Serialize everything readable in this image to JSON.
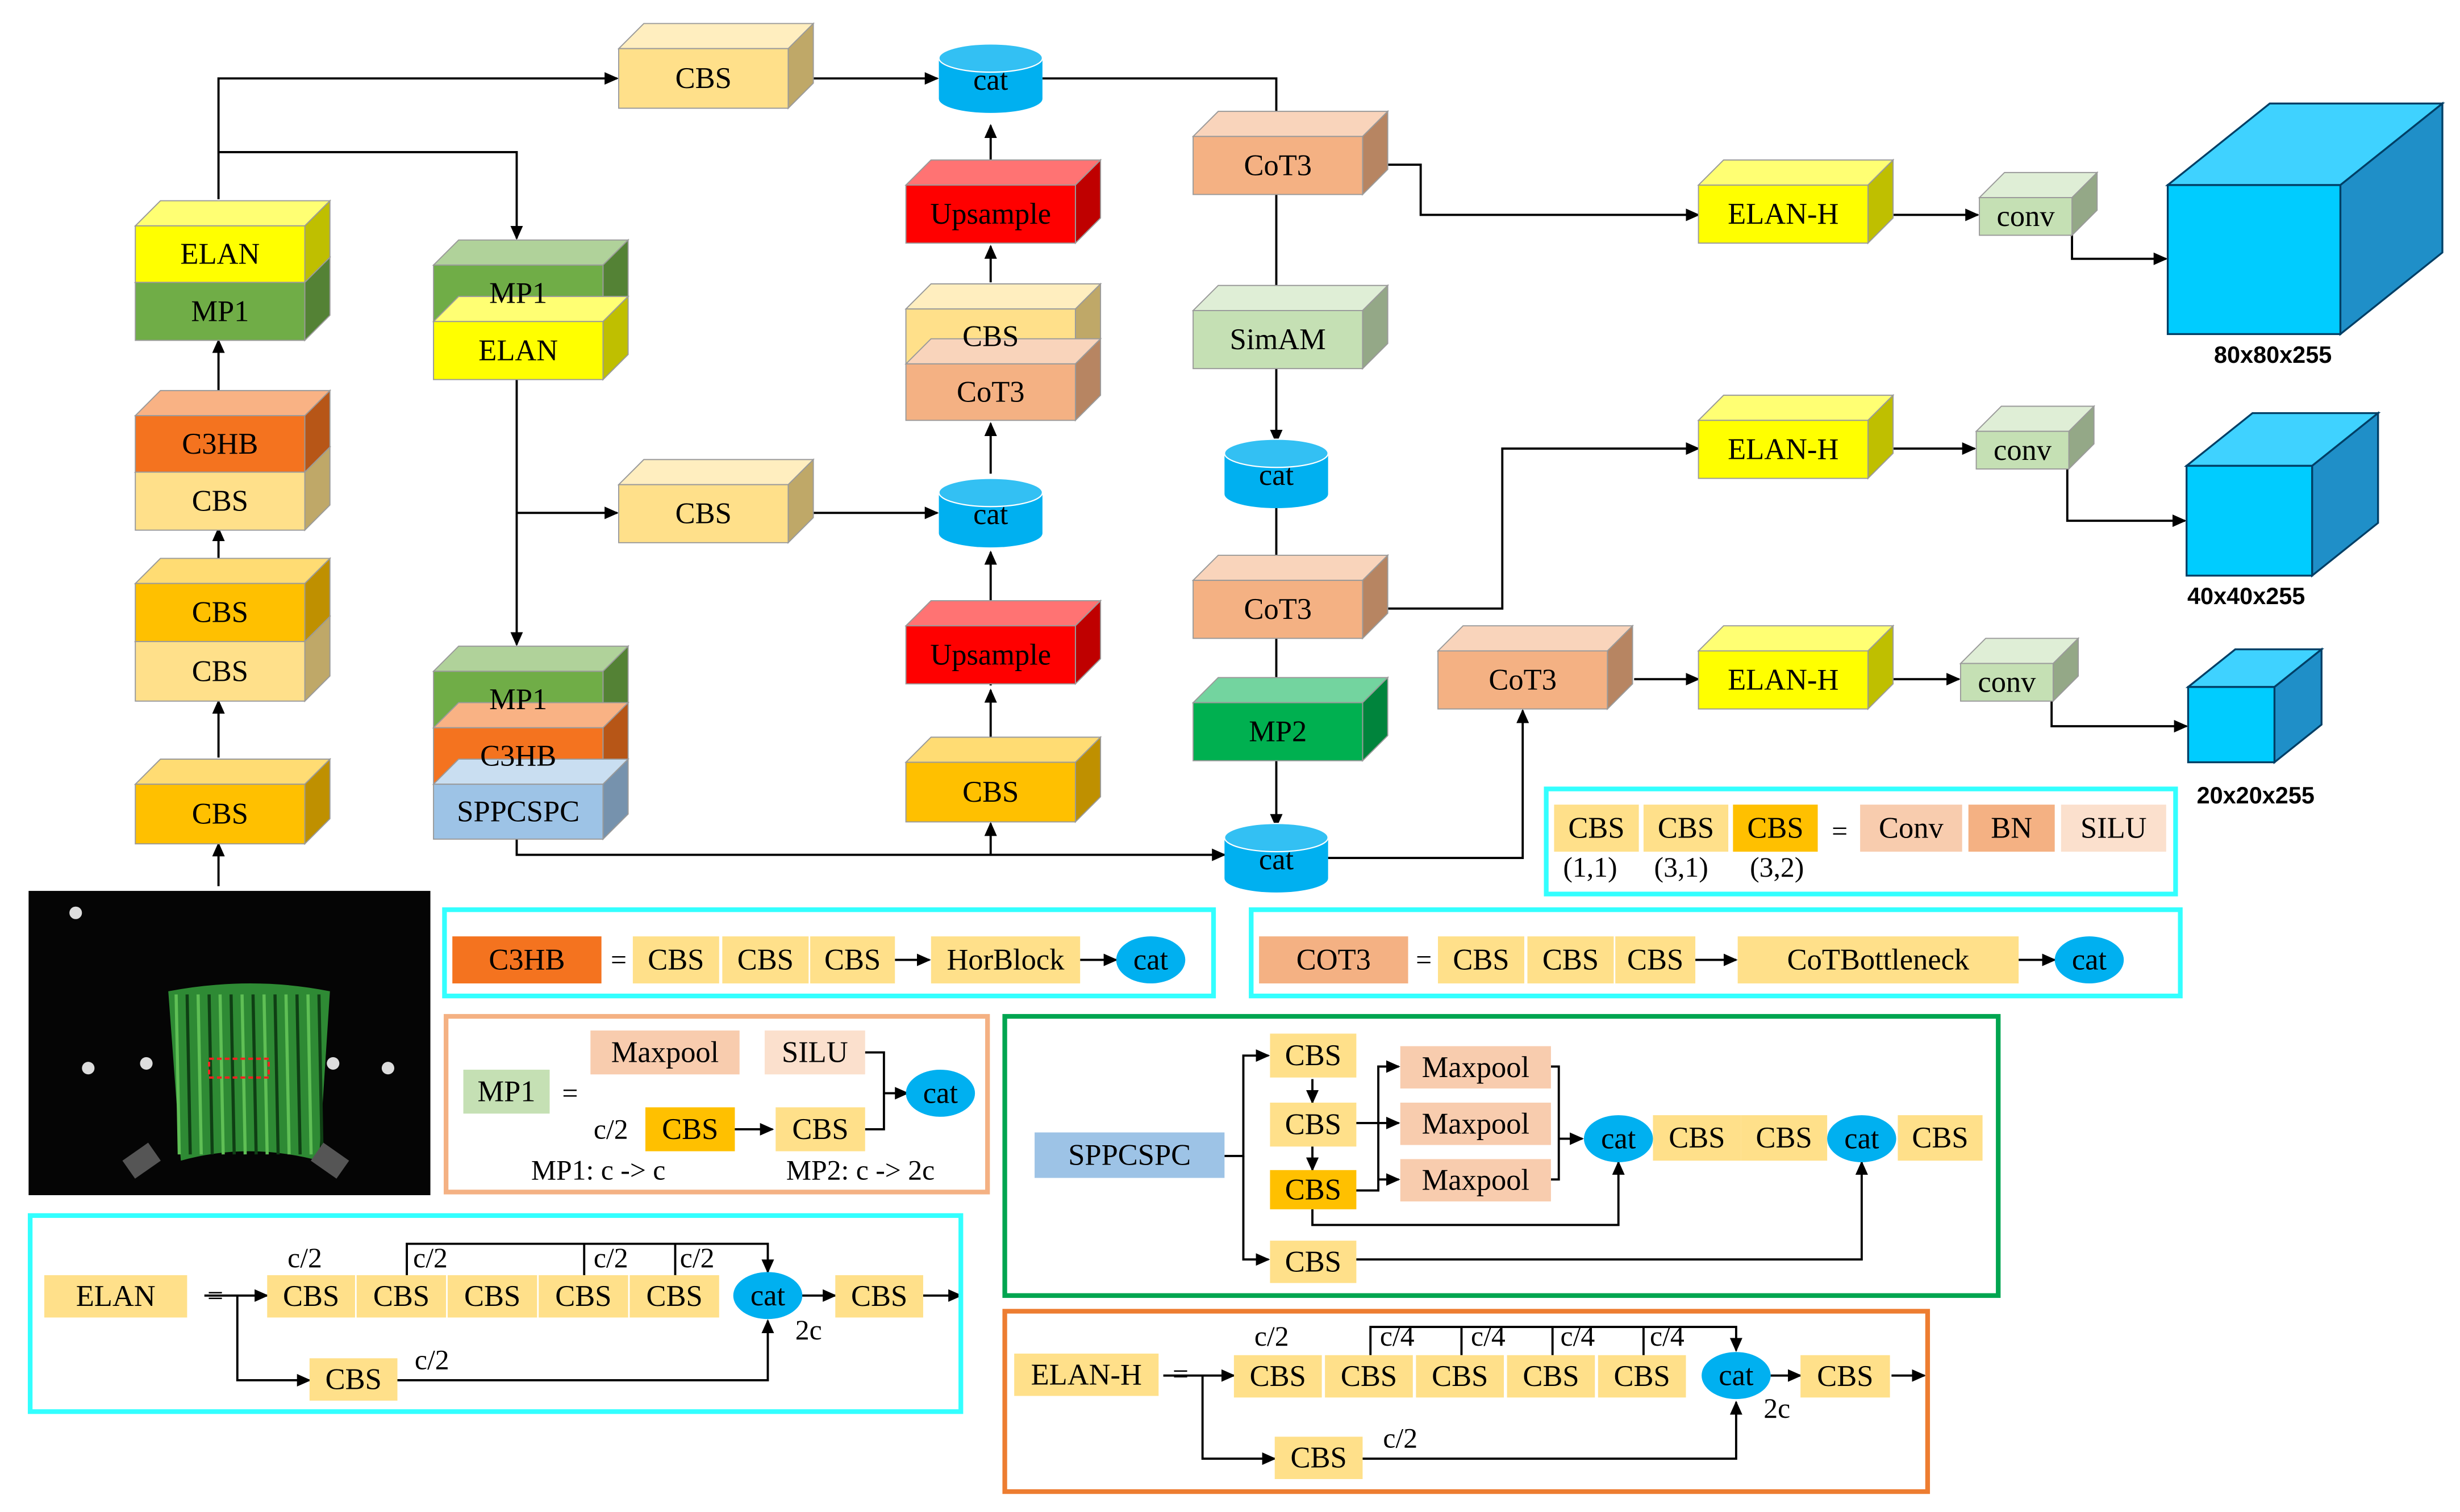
{
  "labels": {
    "cbs": "CBS",
    "cat": "cat",
    "elan": "ELAN",
    "elanh": "ELAN-H",
    "mp1": "MP1",
    "mp2": "MP2",
    "c3hb": "C3HB",
    "cot3": "CoT3",
    "cot3_legend": "COT3",
    "simam": "SimAM",
    "upsample": "Upsample",
    "sppcspc": "SPPCSPC",
    "conv_small": "conv",
    "conv": "Conv",
    "bn": "BN",
    "silu": "SILU",
    "horblock": "HorBlock",
    "cotbottleneck": "CoTBottleneck",
    "maxpool": "Maxpool",
    "equals": "="
  },
  "outputs": [
    "80x80x255",
    "40x40x255",
    "20x20x255"
  ],
  "cbs_legend_params": [
    "(1,1)",
    "(3,1)",
    "(3,2)"
  ],
  "channel_labels": {
    "half": "c/2",
    "quarter": "c/4",
    "double": "2c",
    "mp1_rule": "MP1: c -> c",
    "mp2_rule": "MP2: c -> 2c"
  },
  "colors": {
    "cbs_light": "#ffe08a",
    "cbs_gold": "#ffc000",
    "elan_yellow": "#ffff00",
    "mp_green": "#70ad47",
    "c3hb_orange": "#f4731f",
    "cot3_salmon": "#f4b183",
    "simam_green": "#c5e0b4",
    "upsample_red": "#ff0000",
    "mp2_green": "#00b050",
    "spp_blue": "#9dc3e6",
    "cat_blue": "#00b0f0",
    "cube_cyan": "#00ccff",
    "border_cyan": "#33ffff",
    "border_peach": "#f4b183",
    "border_green": "#00a550",
    "border_orange": "#ed7d31"
  }
}
